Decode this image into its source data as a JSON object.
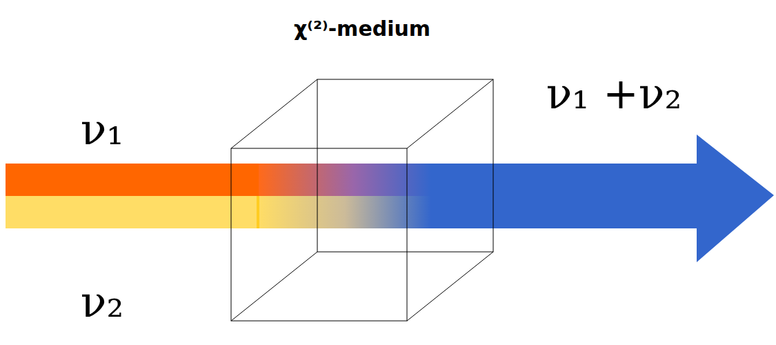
{
  "diagram": {
    "labels": [
      "χ⁽²⁾-medium",
      "ν₁",
      "ν₁ +ν₂",
      "ν₂"
    ]
  }
}
